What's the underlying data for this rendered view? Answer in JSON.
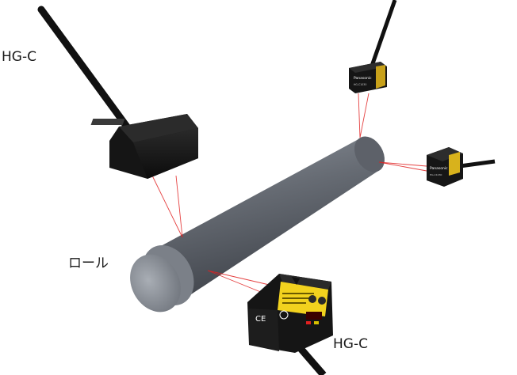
{
  "labels": {
    "sensor_top_left": "HG-C",
    "roll": "ロール",
    "sensor_bottom": "HG-C"
  },
  "sensor_markings": {
    "brand": "Panasonic",
    "model_small": "HG-C1030",
    "ce_mark": "CE"
  },
  "colors": {
    "background": "#ffffff",
    "roll_body": "#6b7079",
    "roll_end": "#9aa0a8",
    "sensor_body": "#1a1a1a",
    "laser": "#e02020",
    "warning_label": "#f2d21e",
    "cable": "#111111"
  }
}
